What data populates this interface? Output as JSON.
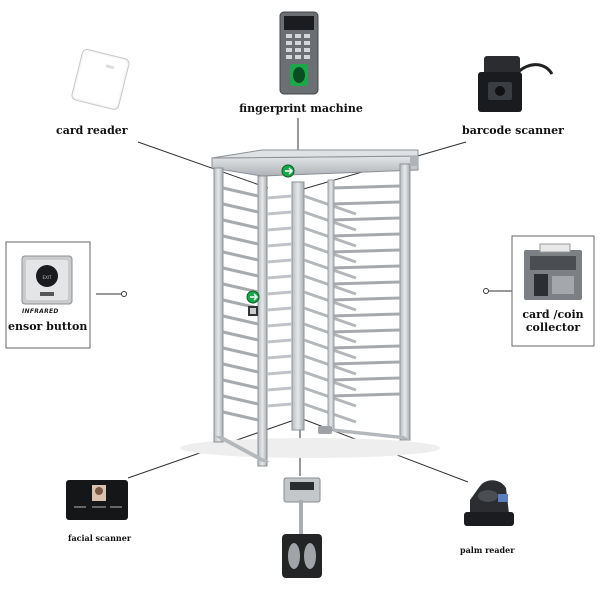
{
  "labels": {
    "fingerprint": "fingerprint machine",
    "card_reader": "card reader",
    "barcode": "barcode scanner",
    "sensor_small": "INFRARED",
    "sensor_button": "ensor button",
    "coin_line1": "card /coin",
    "coin_line2": "collector",
    "facial": "facial scanner",
    "palm": "palm reader"
  },
  "colors": {
    "steel": "#c9cccf",
    "steel_dark": "#9ea2a6",
    "line": "#333333",
    "indicator_green": "#18a84a"
  }
}
